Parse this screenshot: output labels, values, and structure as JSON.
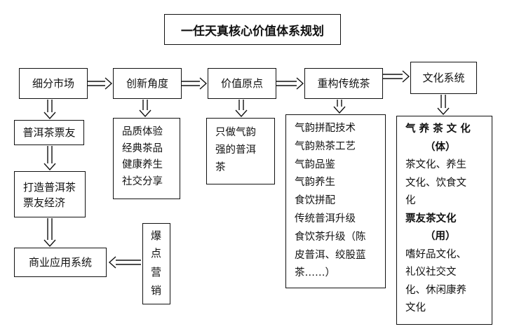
{
  "title": "一任天真核心价值体系规划",
  "top_flow": [
    "细分市场",
    "创新角度",
    "价值原点",
    "重构传统茶",
    "文化系统"
  ],
  "left_chain": [
    "普洱茶票友",
    "打造普洱茶票友经济",
    "商业应用系统"
  ],
  "left_chain_lines": {
    "economy": [
      "打造普洱茶",
      "票友经济"
    ]
  },
  "baodian": [
    "爆",
    "点",
    "营",
    "销"
  ],
  "innovation_items": [
    "品质体验",
    "经典茶品",
    "健康养生",
    "社交分享"
  ],
  "value_origin_lines": [
    "只做气韵",
    "强的普洱",
    "茶"
  ],
  "reconstruct_items": [
    "气韵拼配技术",
    "气韵熟茶工艺",
    "气韵品鉴",
    "气韵养生",
    "食饮拼配",
    "传统普洱升级",
    "食饮茶升级（陈",
    "皮普洱、绞股蓝",
    "茶……）"
  ],
  "culture": {
    "section1_title": "气 养 茶 文 化",
    "section1_sub": "（体）",
    "section1_lines": [
      "茶文化、养生",
      "文化、饮食文",
      "化"
    ],
    "section2_title": "票友茶文化",
    "section2_sub": "（用）",
    "section2_lines": [
      "嗜好品文化、",
      "礼仪社交文",
      "化、休闲康养",
      "文化"
    ]
  }
}
